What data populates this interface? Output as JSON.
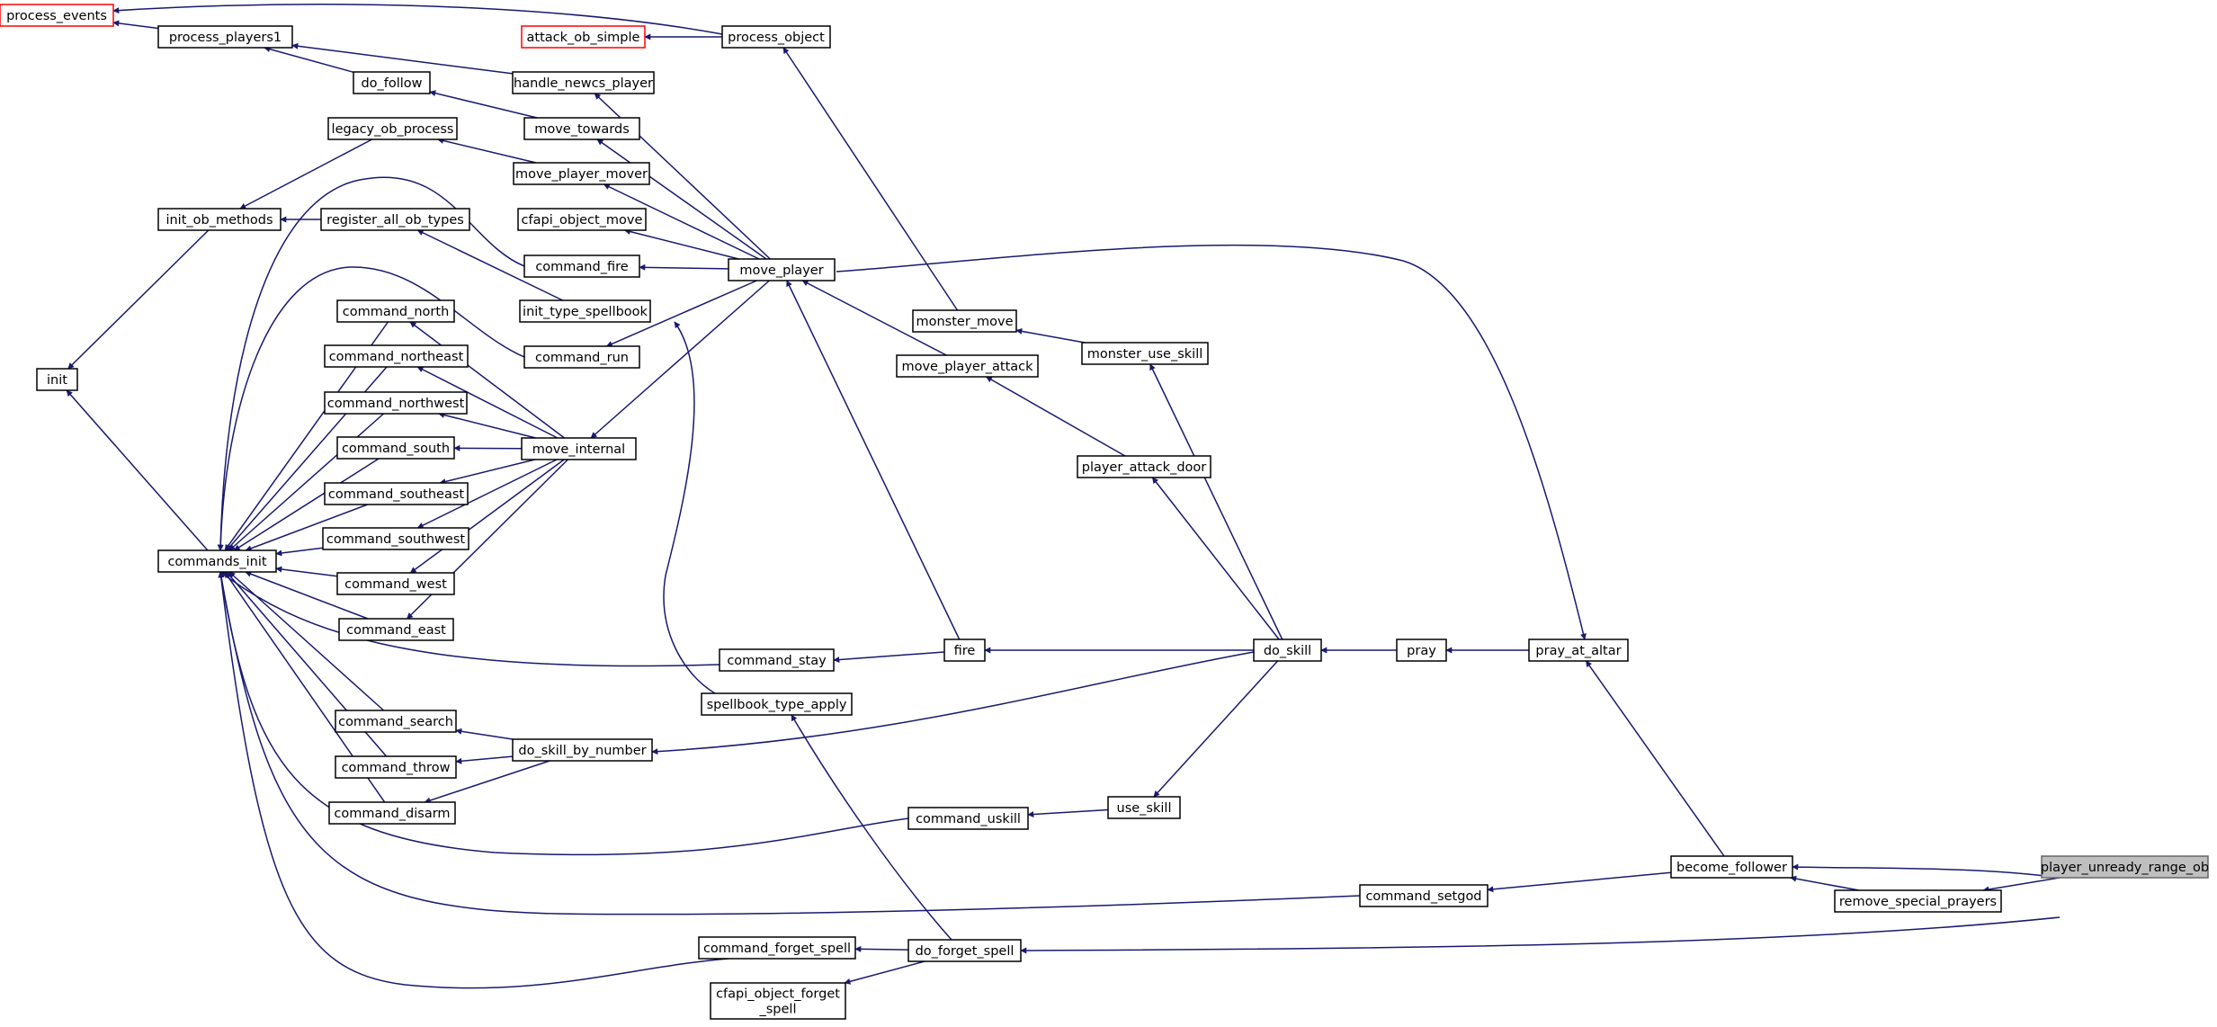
{
  "diagram": {
    "type": "call-graph",
    "root": "player_unready_range_ob",
    "nodes": [
      {
        "id": "player_unready_range_ob",
        "label": [
          "player_unready_range_ob"
        ],
        "root": true
      },
      {
        "id": "become_follower",
        "label": [
          "become_follower"
        ]
      },
      {
        "id": "remove_special_prayers",
        "label": [
          "remove_special_prayers"
        ]
      },
      {
        "id": "do_forget_spell",
        "label": [
          "do_forget_spell"
        ]
      },
      {
        "id": "pray_at_altar",
        "label": [
          "pray_at_altar"
        ]
      },
      {
        "id": "command_setgod",
        "label": [
          "command_setgod"
        ]
      },
      {
        "id": "command_forget_spell",
        "label": [
          "command_forget_spell"
        ]
      },
      {
        "id": "cfapi_object_forget_spell",
        "label": [
          "cfapi_object_forget",
          "_spell"
        ]
      },
      {
        "id": "spellbook_type_apply",
        "label": [
          "spellbook_type_apply"
        ]
      },
      {
        "id": "pray",
        "label": [
          "pray"
        ]
      },
      {
        "id": "do_skill",
        "label": [
          "do_skill"
        ]
      },
      {
        "id": "fire",
        "label": [
          "fire"
        ]
      },
      {
        "id": "do_skill_by_number",
        "label": [
          "do_skill_by_number"
        ]
      },
      {
        "id": "use_skill",
        "label": [
          "use_skill"
        ]
      },
      {
        "id": "monster_use_skill",
        "label": [
          "monster_use_skill"
        ]
      },
      {
        "id": "player_attack_door",
        "label": [
          "player_attack_door"
        ]
      },
      {
        "id": "move_player_attack",
        "label": [
          "move_player_attack"
        ]
      },
      {
        "id": "monster_move",
        "label": [
          "monster_move"
        ]
      },
      {
        "id": "process_object",
        "label": [
          "process_object"
        ]
      },
      {
        "id": "attack_ob_simple",
        "label": [
          "attack_ob_simple"
        ],
        "red": true
      },
      {
        "id": "process_events",
        "label": [
          "process_events"
        ],
        "red": true
      },
      {
        "id": "process_players1",
        "label": [
          "process_players1"
        ]
      },
      {
        "id": "move_player",
        "label": [
          "move_player"
        ]
      },
      {
        "id": "handle_newcs_player",
        "label": [
          "handle_newcs_player"
        ]
      },
      {
        "id": "move_towards",
        "label": [
          "move_towards"
        ]
      },
      {
        "id": "move_player_mover",
        "label": [
          "move_player_mover"
        ]
      },
      {
        "id": "cfapi_object_move",
        "label": [
          "cfapi_object_move"
        ]
      },
      {
        "id": "command_fire",
        "label": [
          "command_fire"
        ]
      },
      {
        "id": "command_run",
        "label": [
          "command_run"
        ]
      },
      {
        "id": "move_internal",
        "label": [
          "move_internal"
        ]
      },
      {
        "id": "do_follow",
        "label": [
          "do_follow"
        ]
      },
      {
        "id": "legacy_ob_process",
        "label": [
          "legacy_ob_process"
        ]
      },
      {
        "id": "init_ob_methods",
        "label": [
          "init_ob_methods"
        ]
      },
      {
        "id": "register_all_ob_types",
        "label": [
          "register_all_ob_types"
        ]
      },
      {
        "id": "init_type_spellbook",
        "label": [
          "init_type_spellbook"
        ]
      },
      {
        "id": "init",
        "label": [
          "init"
        ]
      },
      {
        "id": "commands_init",
        "label": [
          "commands_init"
        ]
      },
      {
        "id": "command_north",
        "label": [
          "command_north"
        ]
      },
      {
        "id": "command_northeast",
        "label": [
          "command_northeast"
        ]
      },
      {
        "id": "command_northwest",
        "label": [
          "command_northwest"
        ]
      },
      {
        "id": "command_south",
        "label": [
          "command_south"
        ]
      },
      {
        "id": "command_southeast",
        "label": [
          "command_southeast"
        ]
      },
      {
        "id": "command_southwest",
        "label": [
          "command_southwest"
        ]
      },
      {
        "id": "command_west",
        "label": [
          "command_west"
        ]
      },
      {
        "id": "command_east",
        "label": [
          "command_east"
        ]
      },
      {
        "id": "command_stay",
        "label": [
          "command_stay"
        ]
      },
      {
        "id": "command_search",
        "label": [
          "command_search"
        ]
      },
      {
        "id": "command_throw",
        "label": [
          "command_throw"
        ]
      },
      {
        "id": "command_disarm",
        "label": [
          "command_disarm"
        ]
      },
      {
        "id": "command_uskill",
        "label": [
          "command_uskill"
        ]
      }
    ],
    "edges": [
      {
        "from": "become_follower",
        "to": "player_unready_range_ob"
      },
      {
        "from": "remove_special_prayers",
        "to": "player_unready_range_ob"
      },
      {
        "from": "do_forget_spell",
        "to": "player_unready_range_ob"
      },
      {
        "from": "become_follower",
        "to": "remove_special_prayers"
      },
      {
        "from": "pray_at_altar",
        "to": "become_follower"
      },
      {
        "from": "command_setgod",
        "to": "become_follower"
      },
      {
        "from": "pray",
        "to": "pray_at_altar"
      },
      {
        "from": "pray_at_altar",
        "to": "move_player"
      },
      {
        "from": "do_skill",
        "to": "pray"
      },
      {
        "from": "fire",
        "to": "do_skill"
      },
      {
        "from": "do_skill_by_number",
        "to": "do_skill"
      },
      {
        "from": "use_skill",
        "to": "do_skill"
      },
      {
        "from": "monster_use_skill",
        "to": "do_skill"
      },
      {
        "from": "player_attack_door",
        "to": "do_skill"
      },
      {
        "from": "move_player_attack",
        "to": "player_attack_door"
      },
      {
        "from": "move_player",
        "to": "move_player_attack"
      },
      {
        "from": "monster_move",
        "to": "monster_use_skill"
      },
      {
        "from": "process_object",
        "to": "monster_move"
      },
      {
        "from": "attack_ob_simple",
        "to": "process_object"
      },
      {
        "from": "process_events",
        "to": "process_object"
      },
      {
        "from": "process_events",
        "to": "process_players1"
      },
      {
        "from": "process_players1",
        "to": "handle_newcs_player"
      },
      {
        "from": "process_players1",
        "to": "do_follow"
      },
      {
        "from": "handle_newcs_player",
        "to": "move_player"
      },
      {
        "from": "do_follow",
        "to": "move_towards"
      },
      {
        "from": "move_towards",
        "to": "move_player"
      },
      {
        "from": "legacy_ob_process",
        "to": "move_player_mover"
      },
      {
        "from": "move_player_mover",
        "to": "move_player"
      },
      {
        "from": "cfapi_object_move",
        "to": "move_player"
      },
      {
        "from": "command_fire",
        "to": "move_player"
      },
      {
        "from": "command_run",
        "to": "move_player"
      },
      {
        "from": "move_internal",
        "to": "move_player"
      },
      {
        "from": "move_player",
        "to": "fire"
      },
      {
        "from": "init_ob_methods",
        "to": "legacy_ob_process"
      },
      {
        "from": "init_ob_methods",
        "to": "register_all_ob_types"
      },
      {
        "from": "register_all_ob_types",
        "to": "init_type_spellbook"
      },
      {
        "from": "init",
        "to": "init_ob_methods"
      },
      {
        "from": "init",
        "to": "commands_init"
      },
      {
        "from": "commands_init",
        "to": "command_fire"
      },
      {
        "from": "commands_init",
        "to": "command_run"
      },
      {
        "from": "commands_init",
        "to": "command_north"
      },
      {
        "from": "commands_init",
        "to": "command_northeast"
      },
      {
        "from": "commands_init",
        "to": "command_northwest"
      },
      {
        "from": "commands_init",
        "to": "command_south"
      },
      {
        "from": "commands_init",
        "to": "command_southeast"
      },
      {
        "from": "commands_init",
        "to": "command_southwest"
      },
      {
        "from": "commands_init",
        "to": "command_west"
      },
      {
        "from": "commands_init",
        "to": "command_east"
      },
      {
        "from": "commands_init",
        "to": "command_stay"
      },
      {
        "from": "commands_init",
        "to": "command_search"
      },
      {
        "from": "commands_init",
        "to": "command_throw"
      },
      {
        "from": "commands_init",
        "to": "command_disarm"
      },
      {
        "from": "commands_init",
        "to": "command_uskill"
      },
      {
        "from": "commands_init",
        "to": "command_setgod"
      },
      {
        "from": "commands_init",
        "to": "command_forget_spell"
      },
      {
        "from": "command_north",
        "to": "move_internal"
      },
      {
        "from": "command_northeast",
        "to": "move_internal"
      },
      {
        "from": "command_northwest",
        "to": "move_internal"
      },
      {
        "from": "command_south",
        "to": "move_internal"
      },
      {
        "from": "command_southeast",
        "to": "move_internal"
      },
      {
        "from": "command_southwest",
        "to": "move_internal"
      },
      {
        "from": "command_west",
        "to": "move_internal"
      },
      {
        "from": "command_east",
        "to": "move_internal"
      },
      {
        "from": "command_stay",
        "to": "fire"
      },
      {
        "from": "command_search",
        "to": "do_skill_by_number"
      },
      {
        "from": "command_throw",
        "to": "do_skill_by_number"
      },
      {
        "from": "command_disarm",
        "to": "do_skill_by_number"
      },
      {
        "from": "command_uskill",
        "to": "use_skill"
      },
      {
        "from": "init_type_spellbook",
        "to": "spellbook_type_apply"
      },
      {
        "from": "spellbook_type_apply",
        "to": "do_forget_spell"
      },
      {
        "from": "command_forget_spell",
        "to": "do_forget_spell"
      },
      {
        "from": "cfapi_object_forget_spell",
        "to": "do_forget_spell"
      }
    ]
  }
}
